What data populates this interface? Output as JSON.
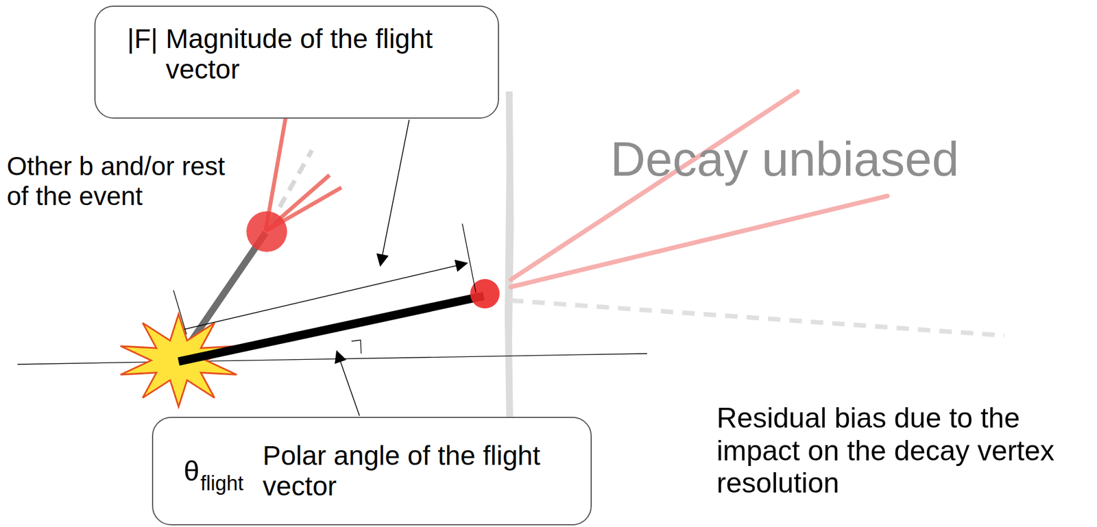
{
  "diagram": {
    "nodes": [
      {
        "text": [
          "|F|",
          "Magnitude of the flight vector"
        ]
      },
      {
        "text": [
          "θ",
          "flight",
          "Polar angle of the flight vector"
        ]
      }
    ],
    "labels": [
      "Other b and/or rest of the event",
      "Decay unbiased",
      "Residual bias due to the impact on the decay vertex resolution"
    ]
  }
}
